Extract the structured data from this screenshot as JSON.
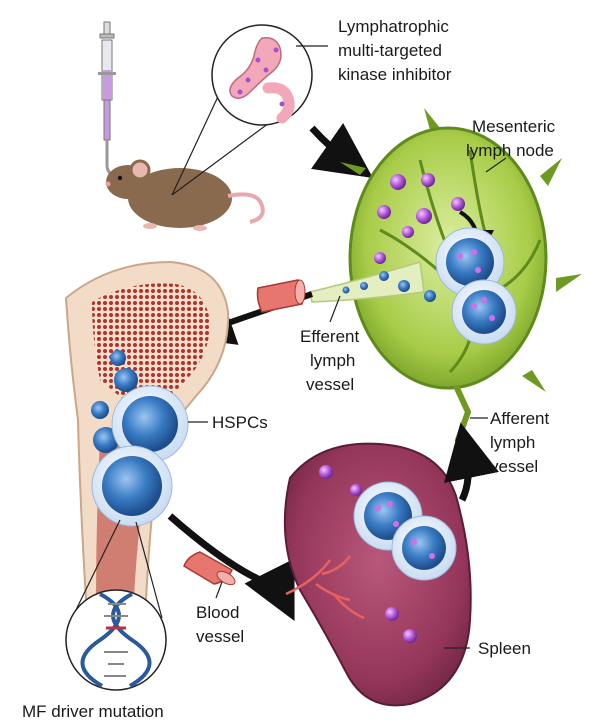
{
  "labels": {
    "drug_line1": "Lymphatrophic",
    "drug_line2": "multi-targeted",
    "drug_line3": "kinase inhibitor",
    "mesenteric_line1": "Mesenteric",
    "mesenteric_line2": "lymph node",
    "efferent_line1": "Efferent",
    "efferent_line2": "lymph",
    "efferent_line3": "vessel",
    "hspcs": "HSPCs",
    "afferent_line1": "Afferent",
    "afferent_line2": "lymph",
    "afferent_line3": "vessel",
    "blood_line1": "Blood",
    "blood_line2": "vessel",
    "spleen": "Spleen",
    "mf_mutation": "MF driver mutation"
  },
  "colors": {
    "lymph_node": "#9cc23a",
    "lymph_node_dark": "#5f8a1c",
    "bone": "#f2dcc8",
    "marrow": "#b5322a",
    "spleen": "#9a3a5c",
    "cell_blue": "#2f6fb8",
    "drug_particle": "#a84fd0",
    "vessel_red": "#d9534f",
    "stomach_pink": "#f2a8b8",
    "mouse_brown": "#8a6a4e"
  },
  "icons": [
    "syringe-icon",
    "mouse-icon",
    "stomach-icon",
    "dna-helix-icon"
  ]
}
